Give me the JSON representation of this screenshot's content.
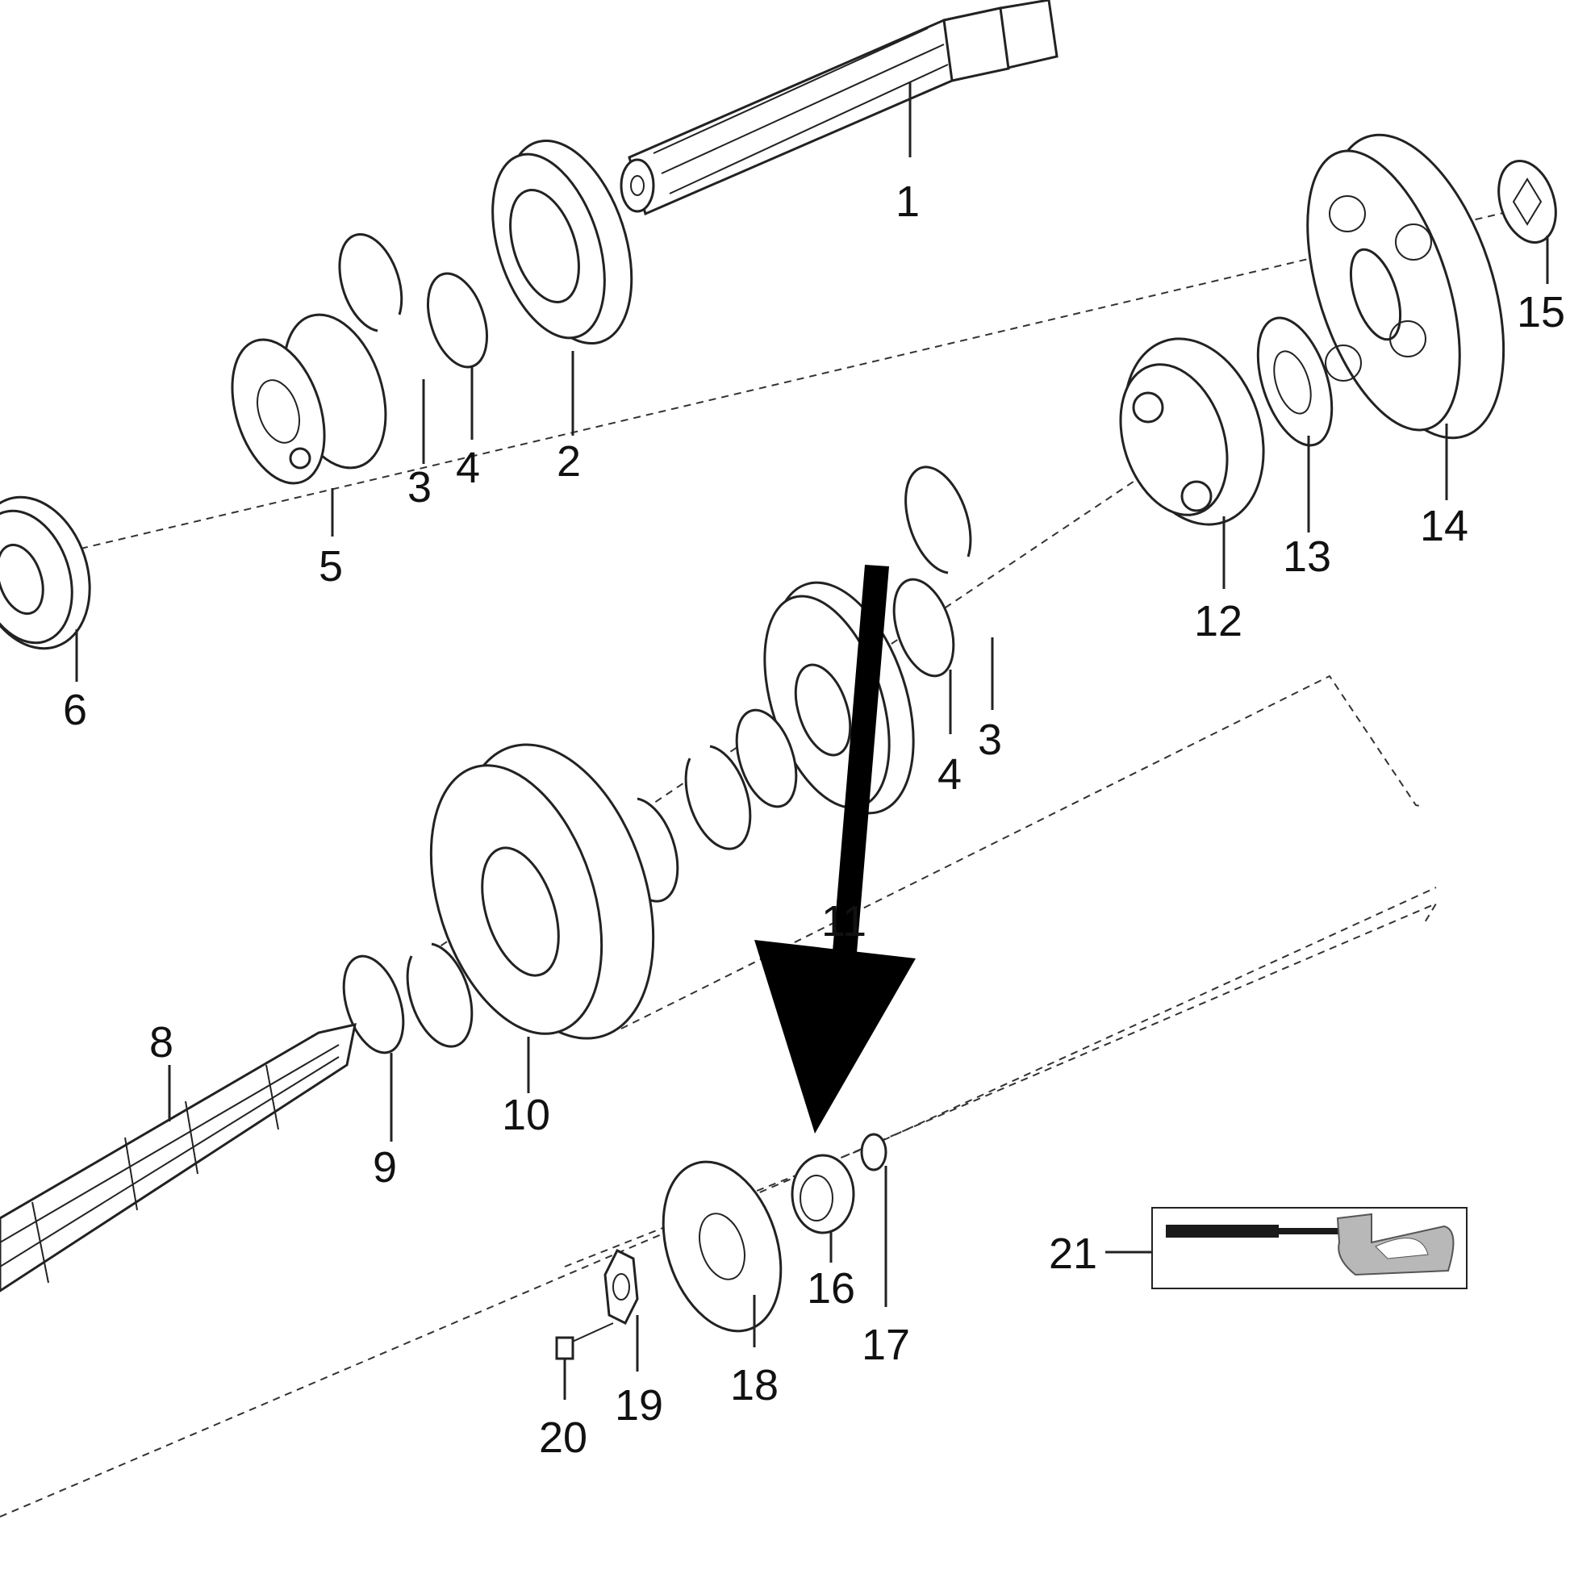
{
  "labels": {
    "p1": "1",
    "p2": "2",
    "p3a": "3",
    "p3b": "3",
    "p4a": "4",
    "p4b": "4",
    "p5": "5",
    "p6": "6",
    "p8": "8",
    "p9": "9",
    "p10": "10",
    "p11": "11",
    "p12": "12",
    "p13": "13",
    "p14": "14",
    "p15": "15",
    "p16": "16",
    "p17": "17",
    "p18": "18",
    "p19": "19",
    "p20": "20",
    "p21": "21"
  },
  "colors": {
    "line": "#222222",
    "arrow": "#000000",
    "tool_handle": "#1a1a1a",
    "tool_head": "#b8b8b8"
  }
}
